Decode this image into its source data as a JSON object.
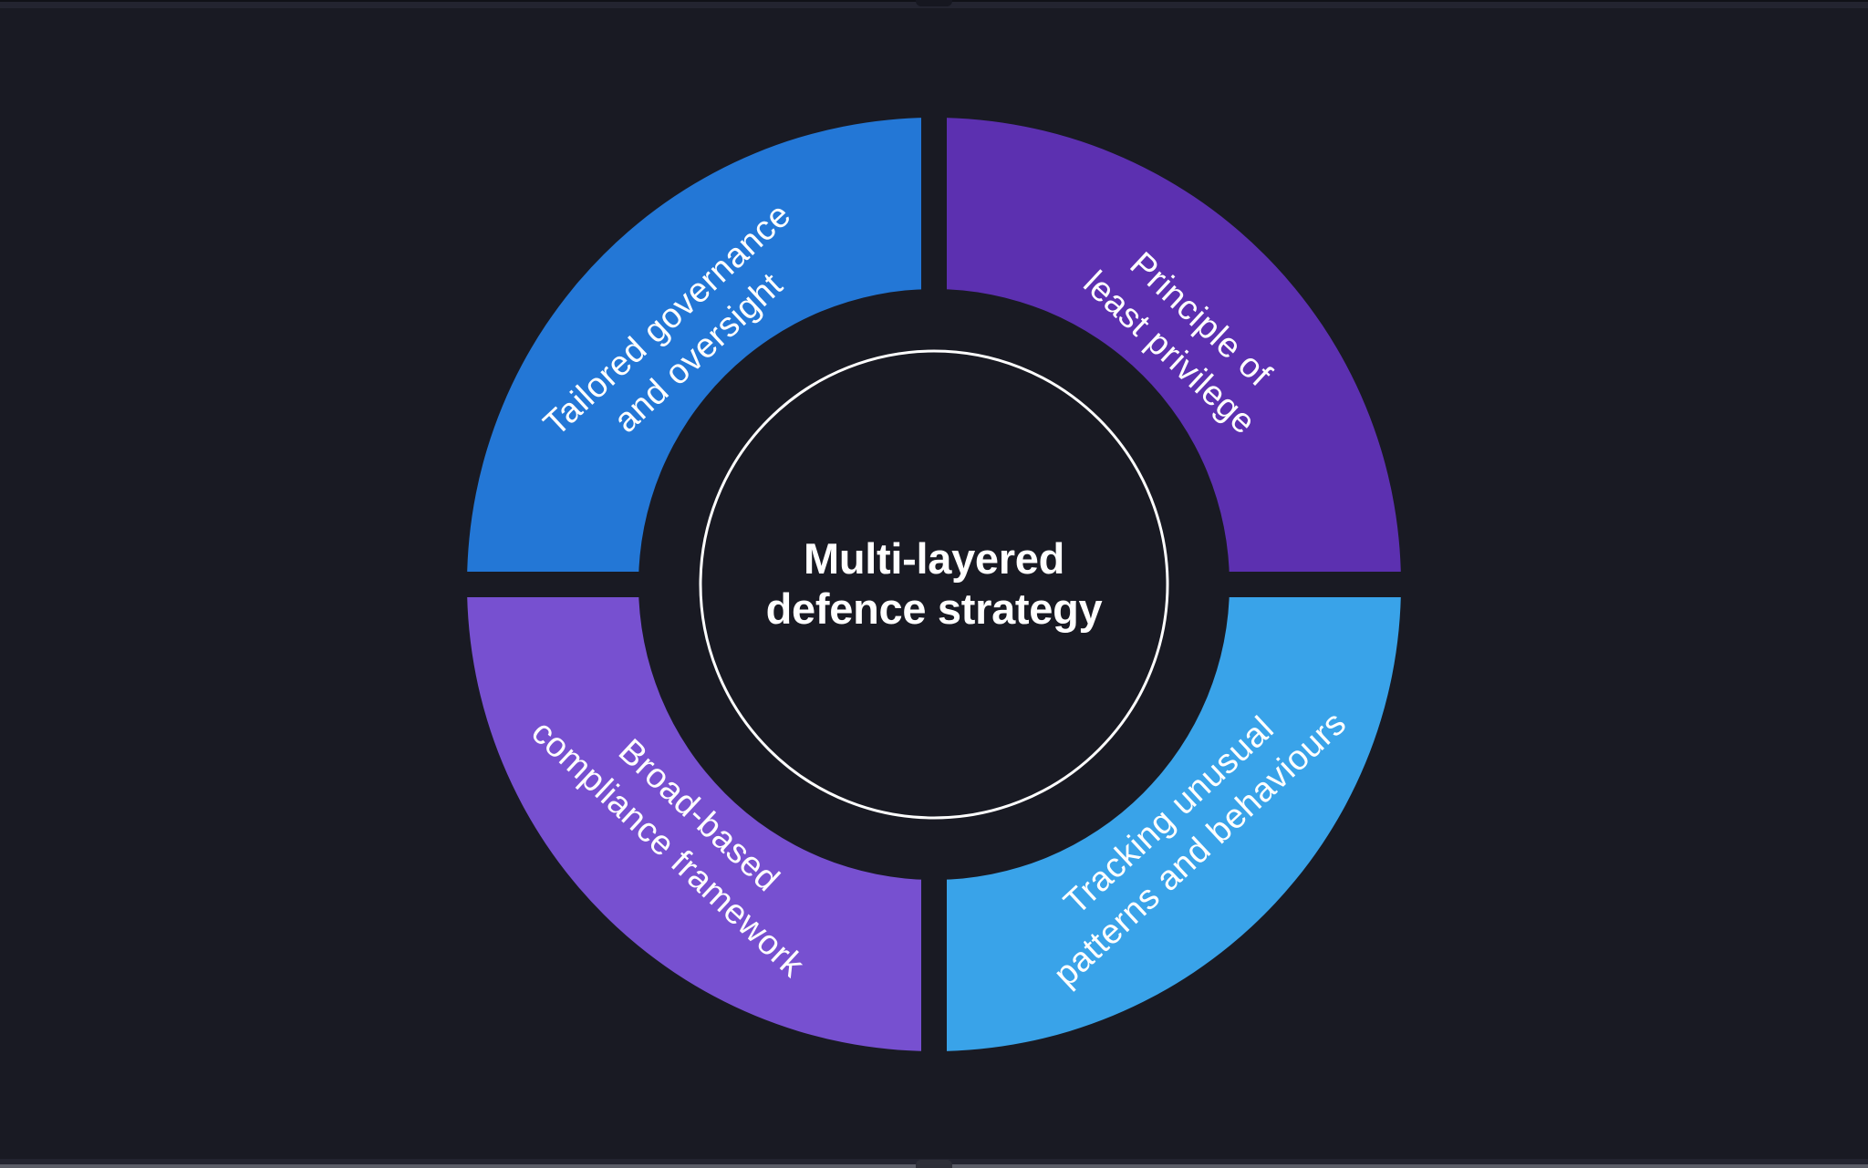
{
  "title": {
    "line1": "Multi-layered",
    "line2": "defence strategy"
  },
  "segments": [
    {
      "position": "top-left",
      "name": "tailored-governance-and-oversight",
      "label_line1": "Tailored governance",
      "label_line2": "and oversight",
      "color": "#2377d6"
    },
    {
      "position": "top-right",
      "name": "principle-of-least-privilege",
      "label_line1": "Principle of",
      "label_line2": "least privilege",
      "color": "#5c30b0"
    },
    {
      "position": "bottom-left",
      "name": "broad-based-compliance-framework",
      "label_line1": "Broad-based",
      "label_line2": "compliance framework",
      "color": "#7750d0"
    },
    {
      "position": "bottom-right",
      "name": "tracking-unusual-patterns-and-behaviours",
      "label_line1": "Tracking unusual",
      "label_line2": "patterns and behaviours",
      "color": "#39a3e9"
    }
  ],
  "colors": {
    "background": "#191a23",
    "inner_circle_stroke": "#ffffff",
    "label_text": "#ffffff"
  }
}
